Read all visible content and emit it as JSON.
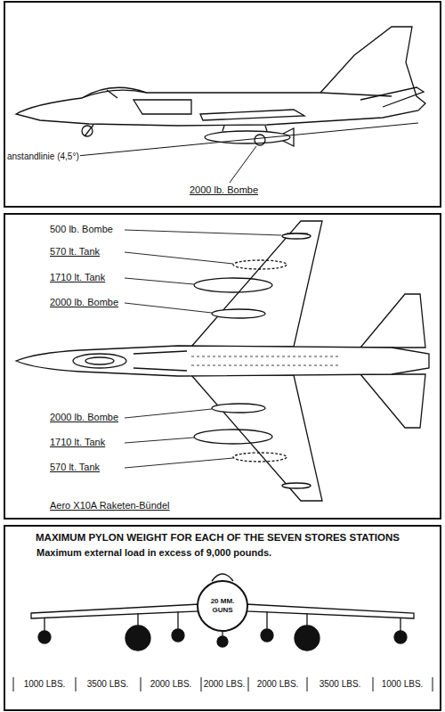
{
  "diagram": {
    "title": "MAXIMUM PYLON WEIGHT FOR EACH OF THE SEVEN STORES STATIONS",
    "nodes": [
      {
        "text": [
          "20 MM. GUNS"
        ]
      }
    ],
    "labels": [
      "anstandlinie (4,5°)",
      "2000 lb. Bombe",
      "500 lb. Bombe",
      "570 lt. Tank",
      "1710 lt. Tank",
      "2000 lb. Bombe",
      "2000 lb. Bombe",
      "1710 lt. Tank",
      "570 lt. Tank",
      "Aero X10A Raketen-Bündel",
      "Maximum external load in excess of 9,000 pounds.",
      "1000 LBS.",
      "3500 LBS.",
      "2000 LBS.",
      "2000 LBS.",
      "2000 LBS.",
      "3500 LBS.",
      "1000 LBS."
    ]
  }
}
